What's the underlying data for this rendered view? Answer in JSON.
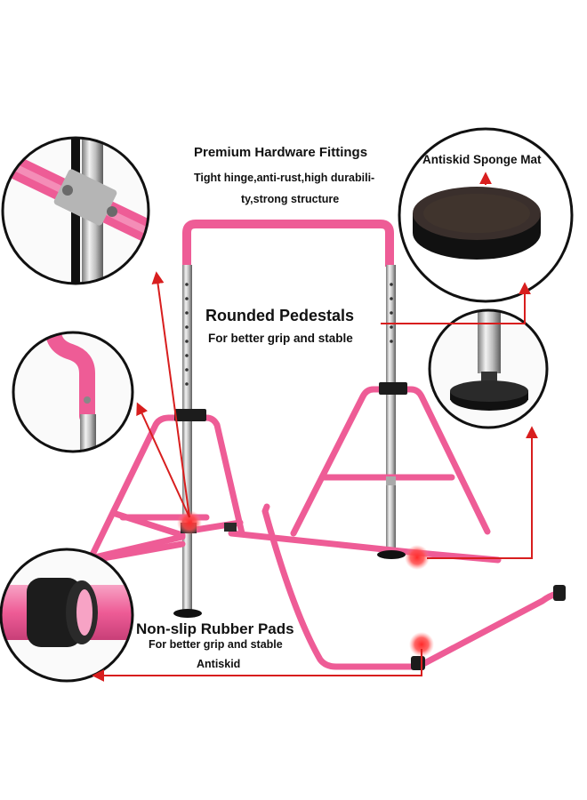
{
  "colors": {
    "frame_pink": "#ee5c96",
    "frame_pink_light": "#f58bb6",
    "arrow_red": "#d81e1e",
    "chrome": "#c9c9c9",
    "rubber_black": "#1c1c1c",
    "mat_brown": "#3a2f2c"
  },
  "callouts": {
    "hardware": {
      "title": "Premium Hardware Fittings",
      "line1": "Tight hinge,anti-rust,high durabili-",
      "line2": "ty,strong structure"
    },
    "mat": {
      "title": "Antiskid Sponge Mat"
    },
    "pedestals": {
      "title": "Rounded Pedestals",
      "subtitle": "For better grip and stable"
    },
    "pads": {
      "title": "Non-slip Rubber Pads",
      "subtitle": "For better grip and stable",
      "extra": "Antiskid"
    }
  },
  "icons": {
    "hardware_circle": "clamp-fitting-icon",
    "hinge_circle": "hinge-icon",
    "mat_circle": "sponge-mat-icon",
    "pedestal_circle": "pedestal-icon",
    "pad_circle": "rubber-pad-icon"
  }
}
